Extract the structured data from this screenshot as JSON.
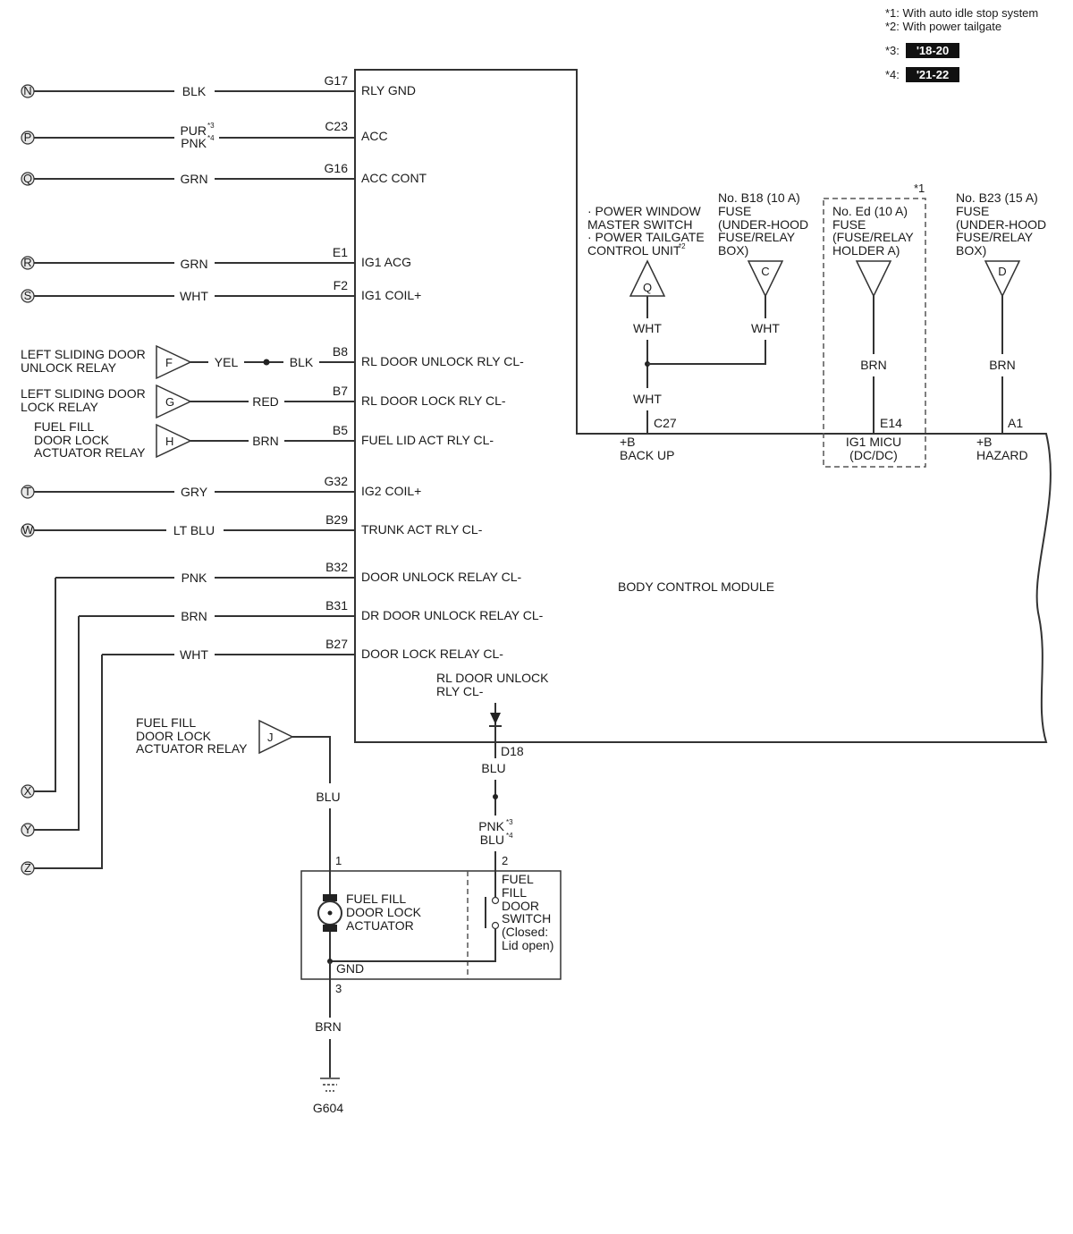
{
  "notes": {
    "n1": "*1: With auto idle stop system",
    "n2": "*2: With power tailgate",
    "n3_label": "*3:",
    "n3_tag": "'18-20",
    "n4_label": "*4:",
    "n4_tag": "'21-22"
  },
  "module": {
    "title": "BODY CONTROL MODULE",
    "pins": {
      "g17": {
        "pin": "G17",
        "label": "RLY GND"
      },
      "c23": {
        "pin": "C23",
        "label": "ACC"
      },
      "g16": {
        "pin": "G16",
        "label": "ACC CONT"
      },
      "e1": {
        "pin": "E1",
        "label": "IG1 ACG"
      },
      "f2": {
        "pin": "F2",
        "label": "IG1 COIL+"
      },
      "b8": {
        "pin": "B8",
        "label": "RL DOOR UNLOCK RLY CL-"
      },
      "b7": {
        "pin": "B7",
        "label": "RL DOOR LOCK RLY CL-"
      },
      "b5": {
        "pin": "B5",
        "label": "FUEL LID ACT RLY CL-"
      },
      "g32": {
        "pin": "G32",
        "label": "IG2 COIL+"
      },
      "b29": {
        "pin": "B29",
        "label": "TRUNK ACT RLY CL-"
      },
      "b32": {
        "pin": "B32",
        "label": "DOOR UNLOCK RELAY CL-"
      },
      "b31": {
        "pin": "B31",
        "label": "DR DOOR UNLOCK RELAY CL-"
      },
      "b27": {
        "pin": "B27",
        "label": "DOOR LOCK RELAY CL-"
      },
      "c27": {
        "pin": "C27",
        "label1": "+B",
        "label2": "BACK UP"
      },
      "e14": {
        "pin": "E14",
        "label1": "IG1 MICU",
        "label2": "(DC/DC)"
      },
      "a1": {
        "pin": "A1",
        "label1": "+B",
        "label2": "HAZARD"
      },
      "d18": {
        "pin": "D18",
        "label1": "RL DOOR UNLOCK",
        "label2": "RLY CL-"
      }
    }
  },
  "left_wires": {
    "n": {
      "conn": "N",
      "color": "BLK"
    },
    "p": {
      "conn": "P",
      "color1": "PUR",
      "sup1": "*3",
      "color2": "PNK",
      "sup2": "*4"
    },
    "q": {
      "conn": "Q",
      "color": "GRN"
    },
    "r": {
      "conn": "R",
      "color": "GRN"
    },
    "s": {
      "conn": "S",
      "color": "WHT"
    },
    "f": {
      "conn": "F",
      "line1": "LEFT SLIDING DOOR",
      "line2": "UNLOCK RELAY",
      "color_a": "YEL",
      "color_b": "BLK"
    },
    "g": {
      "conn": "G",
      "line1": "LEFT SLIDING DOOR",
      "line2": "LOCK RELAY",
      "color": "RED"
    },
    "h": {
      "conn": "H",
      "line1": "FUEL FILL",
      "line2": "DOOR LOCK",
      "line3": "ACTUATOR RELAY",
      "color": "BRN"
    },
    "t": {
      "conn": "T",
      "color": "GRY"
    },
    "w": {
      "conn": "W",
      "color": "LT BLU"
    },
    "x": {
      "conn": "X",
      "color": "PNK"
    },
    "y": {
      "conn": "Y",
      "color": "BRN"
    },
    "z": {
      "conn": "Z",
      "color": "WHT"
    }
  },
  "top_sources": {
    "q": {
      "conn": "Q",
      "line1": "· POWER WINDOW",
      "line2": "MASTER SWITCH",
      "line3": "· POWER TAILGATE",
      "line4": "CONTROL UNIT",
      "sup": "*2",
      "wire_upper": "WHT",
      "wire_lower": "WHT"
    },
    "c": {
      "conn": "C",
      "line1": "No. B18 (10 A)",
      "line2": "FUSE",
      "line3": "(UNDER-HOOD",
      "line4": "FUSE/RELAY",
      "line5": "BOX)",
      "wire": "WHT"
    },
    "e": {
      "note": "*1",
      "line1": "No. Ed (10 A)",
      "line2": "FUSE",
      "line3": "(FUSE/RELAY",
      "line4": "HOLDER A)",
      "wire": "BRN"
    },
    "d": {
      "conn": "D",
      "line1": "No. B23 (15 A)",
      "line2": "FUSE",
      "line3": "(UNDER-HOOD",
      "line4": "FUSE/RELAY",
      "line5": "BOX)",
      "wire": "BRN"
    }
  },
  "lower": {
    "relay_j": {
      "conn": "J",
      "line1": "FUEL FILL",
      "line2": "DOOR LOCK",
      "line3": "ACTUATOR RELAY",
      "wire": "BLU"
    },
    "d18_wire": "BLU",
    "d18_wire2_a": "PNK",
    "d18_wire2_a_sup": "*3",
    "d18_wire2_b": "BLU",
    "d18_wire2_b_sup": "*4",
    "actuator": {
      "pin1": "1",
      "pin2": "2",
      "pin3": "3",
      "line1": "FUEL FILL",
      "line2": "DOOR LOCK",
      "line3": "ACTUATOR",
      "gnd": "GND"
    },
    "switch": {
      "line1": "FUEL",
      "line2": "FILL",
      "line3": "DOOR",
      "line4": "SWITCH",
      "line5": "(Closed:",
      "line6": "Lid open)"
    },
    "ground_wire": "BRN",
    "ground": "G604"
  }
}
